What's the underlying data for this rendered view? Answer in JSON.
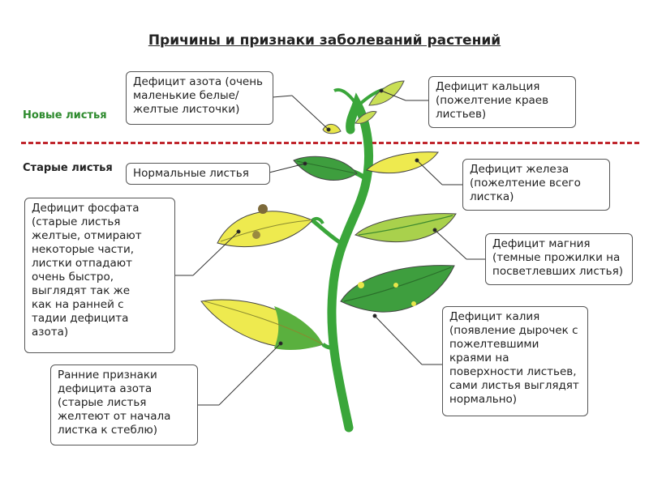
{
  "title": "Причины и признаки заболеваний растений",
  "sections": {
    "new_leaves": "Новые листья",
    "old_leaves": "Старые листья"
  },
  "callouts": {
    "nitrogen_deficit": "Дефицит азота (очень\nмаленькие белые/\nжелтые листочки)",
    "calcium_deficit": "Дефицит кальция\n(пожелтение краев\nлистьев)",
    "normal_leaves": "Нормальные листья",
    "iron_deficit": "Дефицит железа\n(пожелтение всего\nлистка)",
    "phosphate_deficit": "Дефицит фосфата\n(старые листья\nжелтые, отмирают\nнекоторые части,\nлистки отпадают\nочень быстро,\nвыглядят так же\nкак на ранней с\nтадии дефицита\nазота)",
    "magnesium_deficit": "Дефицит магния\n(темные прожилки на\nпосветлевших листья)",
    "potassium_deficit": "Дефицит калия\n(появление дырочек с\nпожелтевшими\nкраями на\nповерхности листьев,\nсами листья выглядят\nнормально)",
    "early_nitrogen": "Ранние признаки\nдефицита азота\n(старые листья\nжелтеют от начала\nлистка к стеблю)"
  },
  "colors": {
    "stem": "#3aa63a",
    "healthy_leaf": "#3e9e3e",
    "yellow_leaf": "#e8e64a",
    "light_green_leaf": "#a9d14c",
    "divider": "#c0262d",
    "new_leaves_label": "#2e8b2e"
  }
}
